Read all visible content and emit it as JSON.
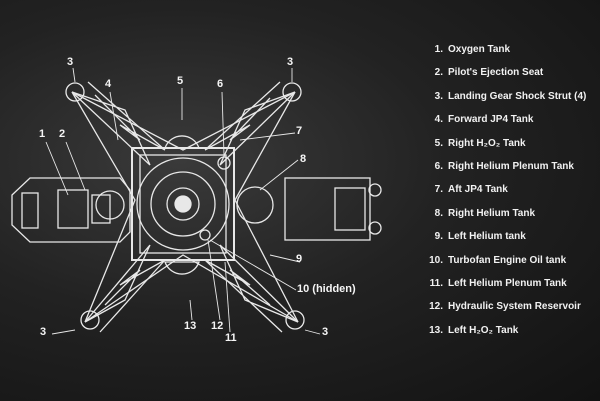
{
  "callouts": {
    "c1": "1",
    "c2": "2",
    "c3a": "3",
    "c3b": "3",
    "c3c": "3",
    "c3d": "3",
    "c4": "4",
    "c5": "5",
    "c6": "6",
    "c7": "7",
    "c8": "8",
    "c9": "9",
    "c10": "10 (hidden)",
    "c11": "11",
    "c12": "12",
    "c13": "13"
  },
  "legend": [
    {
      "num": "1.",
      "label": "Oxygen Tank"
    },
    {
      "num": "2.",
      "label": "Pilot's Ejection Seat"
    },
    {
      "num": "3.",
      "label": "Landing Gear Shock Strut (4)"
    },
    {
      "num": "4.",
      "label": "Forward JP4 Tank"
    },
    {
      "num": "5.",
      "label": "Right H₂O₂ Tank"
    },
    {
      "num": "6.",
      "label": "Right Helium Plenum Tank"
    },
    {
      "num": "7.",
      "label": "Aft JP4 Tank"
    },
    {
      "num": "8.",
      "label": "Right Helium Tank"
    },
    {
      "num": "9.",
      "label": "Left Helium tank"
    },
    {
      "num": "10.",
      "label": "Turbofan Engine Oil tank"
    },
    {
      "num": "11.",
      "label": "Left Helium Plenum Tank"
    },
    {
      "num": "12.",
      "label": "Hydraulic System Reservoir"
    },
    {
      "num": "13.",
      "label": "Left H₂O₂ Tank"
    }
  ]
}
